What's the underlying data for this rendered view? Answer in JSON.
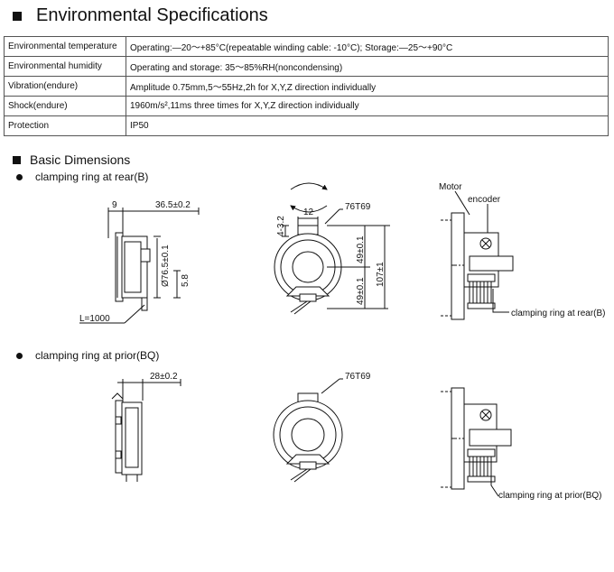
{
  "title": "Environmental Specifications",
  "specs": [
    {
      "label": "Environmental temperature",
      "value": "Operating:—20～+85°C(repeatable winding cable: -10°C);  Storage:—25～+90°C"
    },
    {
      "label": "Environmental humidity",
      "value": "Operating and storage: 35～85%RH(noncondensing)"
    },
    {
      "label": "Vibration(endure)",
      "value": "Amplitude 0.75mm,5～55Hz,2h for X,Y,Z direction individually"
    },
    {
      "label": "Shock(endure)",
      "value": "1960m/s²,11ms three times for X,Y,Z direction individually"
    },
    {
      "label": "Protection",
      "value": "IP50"
    }
  ],
  "dimensions": {
    "title": "Basic Dimensions",
    "rear": {
      "bullet": "clamping ring at rear(B)",
      "dim_9": "9",
      "dim_depth": "36.5±0.2",
      "dim_dia": "Ø76.5±0.1",
      "dim_58": "5.8",
      "dim_cable": "L=1000",
      "dim_12": "12",
      "dim_43": "4-3.2",
      "model": "76T69",
      "dim_49a": "49±0.1",
      "dim_49b": "49±0.1",
      "dim_107": "107±1",
      "motor": "Motor",
      "encoder": "encoder",
      "callout": "clamping ring at rear(B)"
    },
    "prior": {
      "bullet": "clamping ring at prior(BQ)",
      "dim_depth": "28±0.2",
      "model": "76T69",
      "callout": "clamping ring at prior(BQ)"
    }
  }
}
